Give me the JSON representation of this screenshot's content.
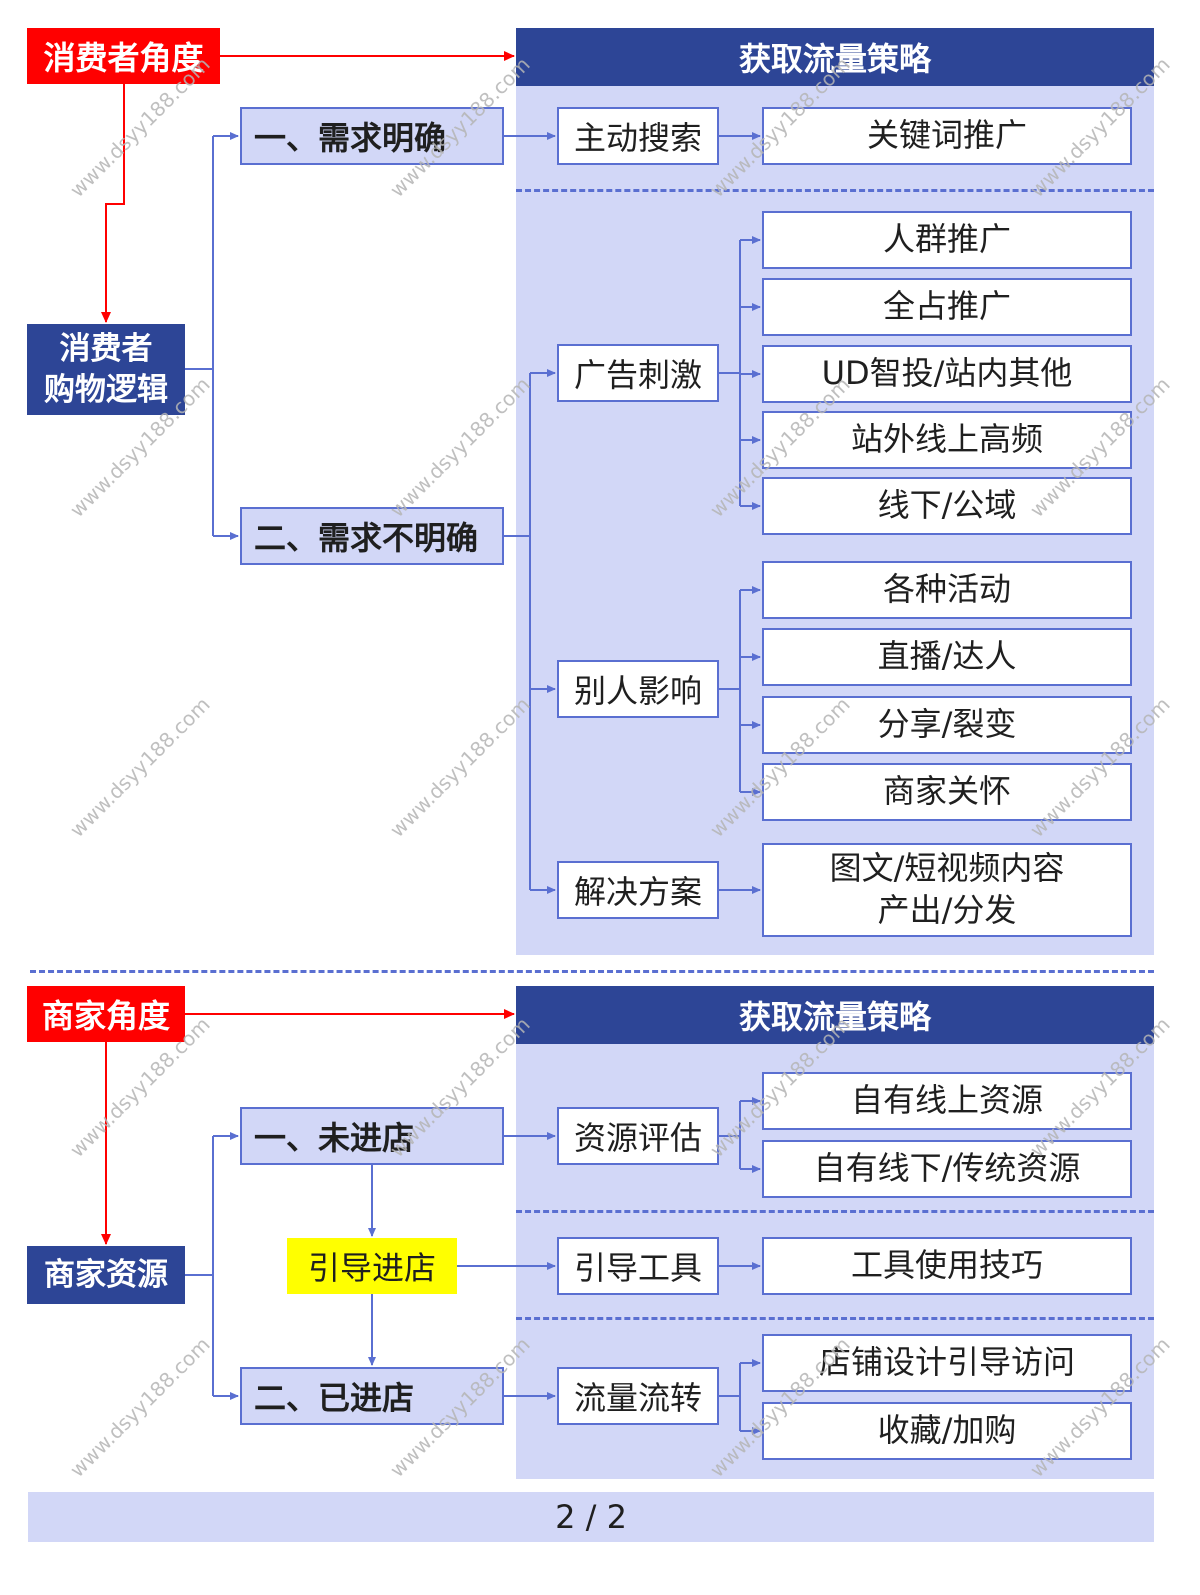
{
  "consumer": {
    "angle_label": "消费者角度",
    "logic_label_line1": "消费者",
    "logic_label_line2": "购物逻辑",
    "strategy_header": "获取流量策略",
    "branch1": {
      "label": "一、需求明确",
      "method": "主动搜索",
      "tactics": [
        "关键词推广"
      ]
    },
    "branch2": {
      "label": "二、需求不明确",
      "methods": [
        {
          "label": "广告刺激",
          "tactics": [
            "人群推广",
            "全占推广",
            "UD智投/站内其他",
            "站外线上高频",
            "线下/公域"
          ]
        },
        {
          "label": "别人影响",
          "tactics": [
            "各种活动",
            "直播/达人",
            "分享/裂变",
            "商家关怀"
          ]
        },
        {
          "label": "解决方案",
          "tactics_line1": "图文/短视频内容",
          "tactics_line2": "产出/分发"
        }
      ]
    }
  },
  "merchant": {
    "angle_label": "商家角度",
    "resource_label": "商家资源",
    "strategy_header": "获取流量策略",
    "branch1": {
      "label": "一、未进店",
      "method": "资源评估",
      "tactics": [
        "自有线上资源",
        "自有线下/传统资源"
      ]
    },
    "guide": {
      "label": "引导进店",
      "method": "引导工具",
      "tactic": "工具使用技巧"
    },
    "branch2": {
      "label": "二、已进店",
      "method": "流量流转",
      "tactics": [
        "店铺设计引导访问",
        "收藏/加购"
      ]
    }
  },
  "footer": {
    "page": "2 / 2"
  },
  "watermark": "www.dsyy188.com",
  "colors": {
    "navy": "#2d4596",
    "panel": "#d2d7f7",
    "accent_red": "#ff0000",
    "line_blue": "#5a6fd1",
    "highlight_yellow": "#ffff00"
  }
}
